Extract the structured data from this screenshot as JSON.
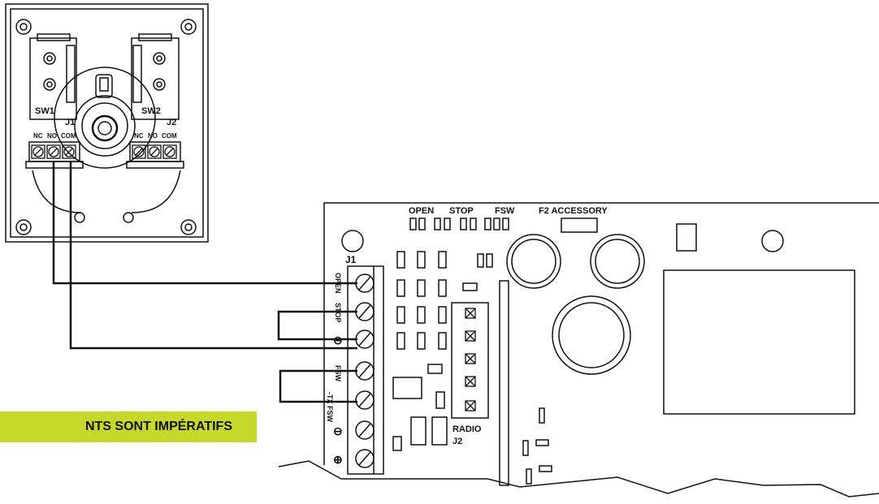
{
  "limit_switch": {
    "sw1_label": "SW1",
    "sw2_label": "SW2",
    "j1_label": "J1",
    "j2_label": "J2",
    "j1_pins": [
      "NC",
      "NO",
      "COM"
    ],
    "j2_pins": [
      "NC",
      "NO",
      "COM"
    ]
  },
  "control_board": {
    "led_labels": [
      "OPEN",
      "STOP",
      "FSW"
    ],
    "fuse_label": "F2 ACCESSORY",
    "terminal_block_label": "J1",
    "terminal_labels": [
      "OPEN",
      "STOP",
      "⊖",
      "FSW",
      "-TX FSW",
      "⊖",
      "⊕"
    ],
    "radio_label": "RADIO",
    "radio_connector": "J2"
  },
  "banner": {
    "text": "NTS SONT IMPÉRATIFS",
    "color": "#c6d92b"
  }
}
